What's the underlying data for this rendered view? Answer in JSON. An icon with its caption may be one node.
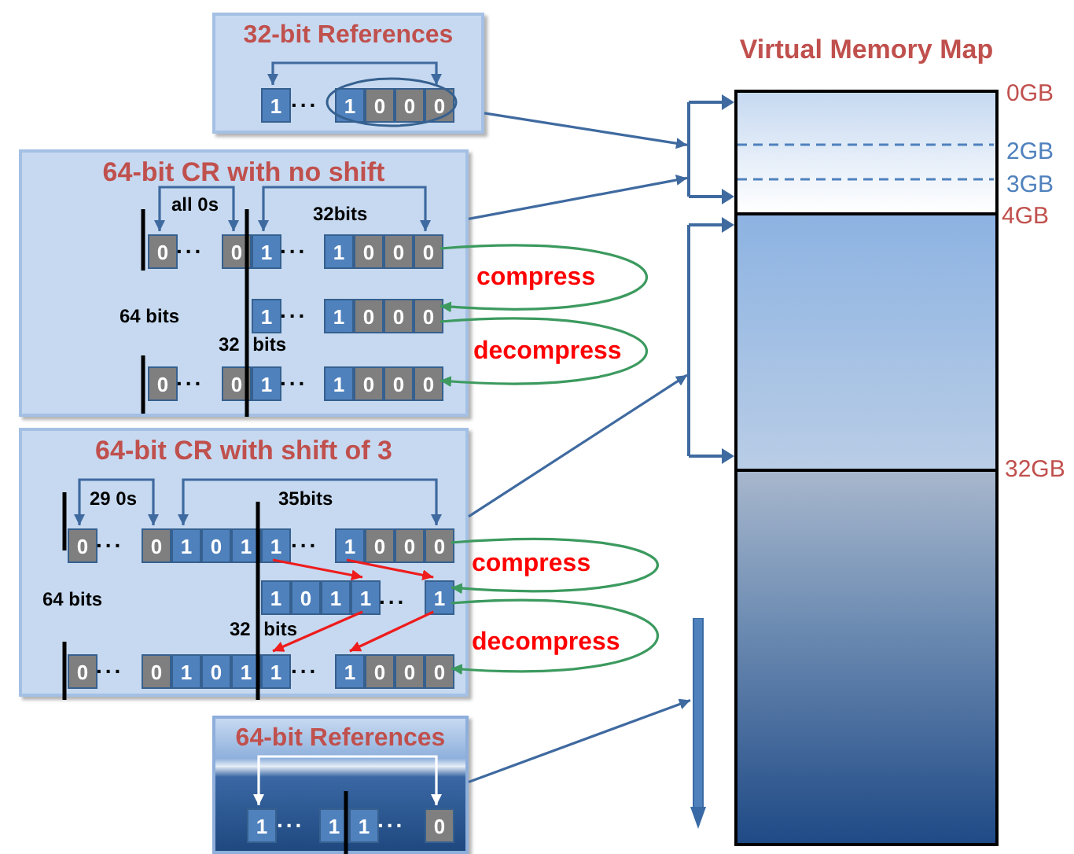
{
  "diagram": {
    "nodes": [
      {
        "text": [
          "32-bit References"
        ]
      },
      {
        "text": [
          "1"
        ],
        "in": 0
      },
      {
        "text": [
          "1"
        ],
        "in": 0
      },
      {
        "text": [
          "0"
        ],
        "in": 0
      },
      {
        "text": [
          "0"
        ],
        "in": 0
      },
      {
        "text": [
          "0"
        ],
        "in": 0
      },
      {
        "text": [
          "64-bit CR with no shift"
        ]
      },
      {
        "text": [
          "0"
        ],
        "in": 6
      },
      {
        "text": [
          "0"
        ],
        "in": 6
      },
      {
        "text": [
          "1"
        ],
        "in": 6
      },
      {
        "text": [
          "1"
        ],
        "in": 6
      },
      {
        "text": [
          "0"
        ],
        "in": 6
      },
      {
        "text": [
          "0"
        ],
        "in": 6
      },
      {
        "text": [
          "0"
        ],
        "in": 6
      },
      {
        "text": [
          "1"
        ],
        "in": 6
      },
      {
        "text": [
          "1"
        ],
        "in": 6
      },
      {
        "text": [
          "0"
        ],
        "in": 6
      },
      {
        "text": [
          "0"
        ],
        "in": 6
      },
      {
        "text": [
          "0"
        ],
        "in": 6
      },
      {
        "text": [
          "0"
        ],
        "in": 6
      },
      {
        "text": [
          "0"
        ],
        "in": 6
      },
      {
        "text": [
          "1"
        ],
        "in": 6
      },
      {
        "text": [
          "1"
        ],
        "in": 6
      },
      {
        "text": [
          "0"
        ],
        "in": 6
      },
      {
        "text": [
          "0"
        ],
        "in": 6
      },
      {
        "text": [
          "0"
        ],
        "in": 6
      },
      {
        "text": [
          "64-bit CR with shift of 3"
        ]
      },
      {
        "text": [
          "0"
        ],
        "in": 26
      },
      {
        "text": [
          "0"
        ],
        "in": 26
      },
      {
        "text": [
          "1"
        ],
        "in": 26
      },
      {
        "text": [
          "0"
        ],
        "in": 26
      },
      {
        "text": [
          "1"
        ],
        "in": 26
      },
      {
        "text": [
          "1"
        ],
        "in": 26
      },
      {
        "text": [
          "1"
        ],
        "in": 26
      },
      {
        "text": [
          "0"
        ],
        "in": 26
      },
      {
        "text": [
          "0"
        ],
        "in": 26
      },
      {
        "text": [
          "0"
        ],
        "in": 26
      },
      {
        "text": [
          "1"
        ],
        "in": 26
      },
      {
        "text": [
          "0"
        ],
        "in": 26
      },
      {
        "text": [
          "1"
        ],
        "in": 26
      },
      {
        "text": [
          "1"
        ],
        "in": 26
      },
      {
        "text": [
          "1"
        ],
        "in": 26
      },
      {
        "text": [
          "0"
        ],
        "in": 26
      },
      {
        "text": [
          "0"
        ],
        "in": 26
      },
      {
        "text": [
          "1"
        ],
        "in": 26
      },
      {
        "text": [
          "0"
        ],
        "in": 26
      },
      {
        "text": [
          "1"
        ],
        "in": 26
      },
      {
        "text": [
          "1"
        ],
        "in": 26
      },
      {
        "text": [
          "1"
        ],
        "in": 26
      },
      {
        "text": [
          "0"
        ],
        "in": 26
      },
      {
        "text": [
          "0"
        ],
        "in": 26
      },
      {
        "text": [
          "0"
        ],
        "in": 26
      },
      {
        "text": [
          "64-bit References"
        ]
      },
      {
        "text": [
          "1"
        ],
        "in": 52
      },
      {
        "text": [
          "1"
        ],
        "in": 52
      },
      {
        "text": [
          "1"
        ],
        "in": 52
      },
      {
        "text": [
          "0"
        ],
        "in": 52
      },
      {
        "text": [
          "Virtual Memory Map"
        ]
      },
      {
        "text": [],
        "shape": "box",
        "in": 57
      },
      {
        "text": [],
        "shape": "box",
        "in": 57
      },
      {
        "text": [],
        "shape": "box",
        "in": 57
      },
      {
        "text": [],
        "shape": "bracket"
      },
      {
        "text": [],
        "shape": "bracket"
      },
      {
        "text": [],
        "shape": "arrow"
      }
    ],
    "edges": [
      {
        "from": 0,
        "to": 61,
        "arrow": "to"
      },
      {
        "from": 6,
        "to": 61,
        "arrow": "to"
      },
      {
        "from": 26,
        "to": 62,
        "arrow": "to"
      },
      {
        "from": 52,
        "to": 63,
        "arrow": "to"
      },
      {
        "from": 13,
        "to": 18,
        "arrow": "to",
        "label": "compress",
        "color": "#3c9a5f"
      },
      {
        "from": 18,
        "to": 25,
        "arrow": "to",
        "label": "decompress",
        "color": "#3c9a5f"
      },
      {
        "from": 36,
        "to": 41,
        "arrow": "to",
        "label": "compress",
        "color": "#3c9a5f"
      },
      {
        "from": 41,
        "to": 51,
        "arrow": "to",
        "label": "decompress",
        "color": "#3c9a5f"
      },
      {
        "from": 32,
        "to": 40,
        "arrow": "to",
        "color": "#ee1c1c"
      },
      {
        "from": 33,
        "to": 41,
        "arrow": "to",
        "color": "#ee1c1c"
      },
      {
        "from": 40,
        "to": 47,
        "arrow": "to",
        "color": "#ee1c1c"
      },
      {
        "from": 41,
        "to": 48,
        "arrow": "to",
        "color": "#ee1c1c"
      },
      {
        "from": 1,
        "to": 5,
        "arrow": "both"
      },
      {
        "from": 7,
        "to": 8,
        "arrow": "both",
        "label": "all 0s"
      },
      {
        "from": 9,
        "to": 13,
        "arrow": "both",
        "label": "32bits"
      },
      {
        "from": 27,
        "to": 28,
        "arrow": "both",
        "label": "29 0s"
      },
      {
        "from": 29,
        "to": 36,
        "arrow": "both",
        "label": "35bits"
      },
      {
        "from": 53,
        "to": 56,
        "arrow": "both",
        "color": "#ffffff"
      }
    ],
    "labels": [
      "...",
      "...",
      "...",
      "...",
      "64 bits",
      "32 bits",
      "...",
      "...",
      "...",
      "...",
      "64 bits",
      "...",
      "32 bits",
      "...",
      "...",
      "...",
      "...",
      "0GB",
      "2GB",
      "3GB",
      "4GB",
      "32GB"
    ]
  }
}
